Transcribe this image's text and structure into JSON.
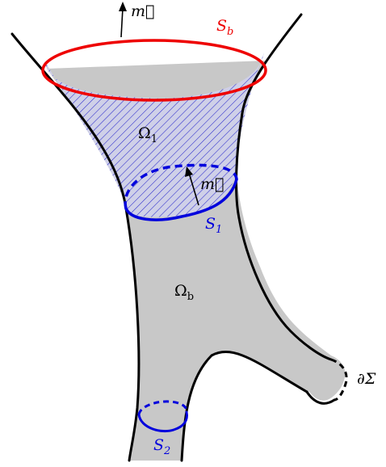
{
  "labels": {
    "vector_top": "m⃗",
    "vector_inner": "m⃗",
    "S_b": {
      "main": "S",
      "sub": "b"
    },
    "S_1": {
      "main": "S",
      "sub": "1"
    },
    "S_2": {
      "main": "S",
      "sub": "2"
    },
    "Omega_1": {
      "main": "Ω",
      "sub": "1"
    },
    "Omega_b": {
      "main": "Ω",
      "sub": "b"
    },
    "boundary": "∂Σ"
  },
  "colors": {
    "surface_fill": "#c8c8c8",
    "outline": "#000000",
    "S_b": "#ee0000",
    "S_1": "#0000dd",
    "S_2": "#0000dd",
    "hatch": "#2a2acc",
    "hatch_bg": "#cfd0e8"
  }
}
